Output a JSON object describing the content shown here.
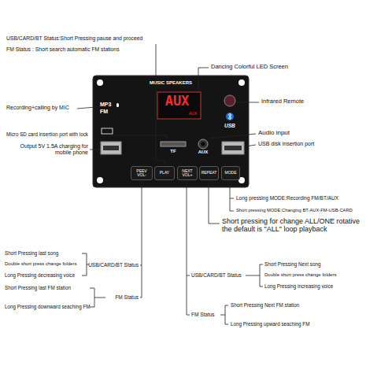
{
  "diagram": {
    "nodes": [
      {
        "text": [
          "PEEV VOL-"
        ]
      },
      {
        "text": [
          "PLAY"
        ]
      },
      {
        "text": [
          "NEXT VOL+"
        ]
      },
      {
        "text": [
          "REPEAT"
        ]
      },
      {
        "text": [
          "MODE"
        ]
      }
    ],
    "labels": [
      "USB/CARD/BT Status:Short Pressing pause and proceed",
      "FM Status : Short search automatic FM stations",
      "Dancing Colorful LED Screen",
      "Recording+calling by MIC",
      "Infrared Remote",
      "Micro SD card insertion port with lock",
      "Audio input",
      "USB disk insertion port",
      "Output 5V 1.5A charging for mobile phone",
      "MUSIC SPEAKERS",
      "MP3",
      "FM",
      "AUX",
      "AUX",
      "TF",
      "AUX",
      "USB",
      "Long pressing MODE:Recording FM/BT/AUX",
      "Short pressing MODE:Changing BT-AUX-FM-USB-CARD",
      "Short pressing for change ALL/ONE rotative the default is \"ALL\" loop playback",
      "Short Pressing last song",
      "Double short press change folders",
      "Long Pressing decreasing voice",
      "USB/CARD/BT Status",
      "Short Pressing last FM station",
      "FM Status",
      "Long Pressing downward seaching FM",
      "USB/CARD/BT Status",
      "Short Pressing Next song",
      "Double short press change folders",
      "Long Pressing increasing voice",
      "FM Status",
      "Short Pressing Next FM station",
      "Long Pressing upward seaching FM"
    ]
  }
}
